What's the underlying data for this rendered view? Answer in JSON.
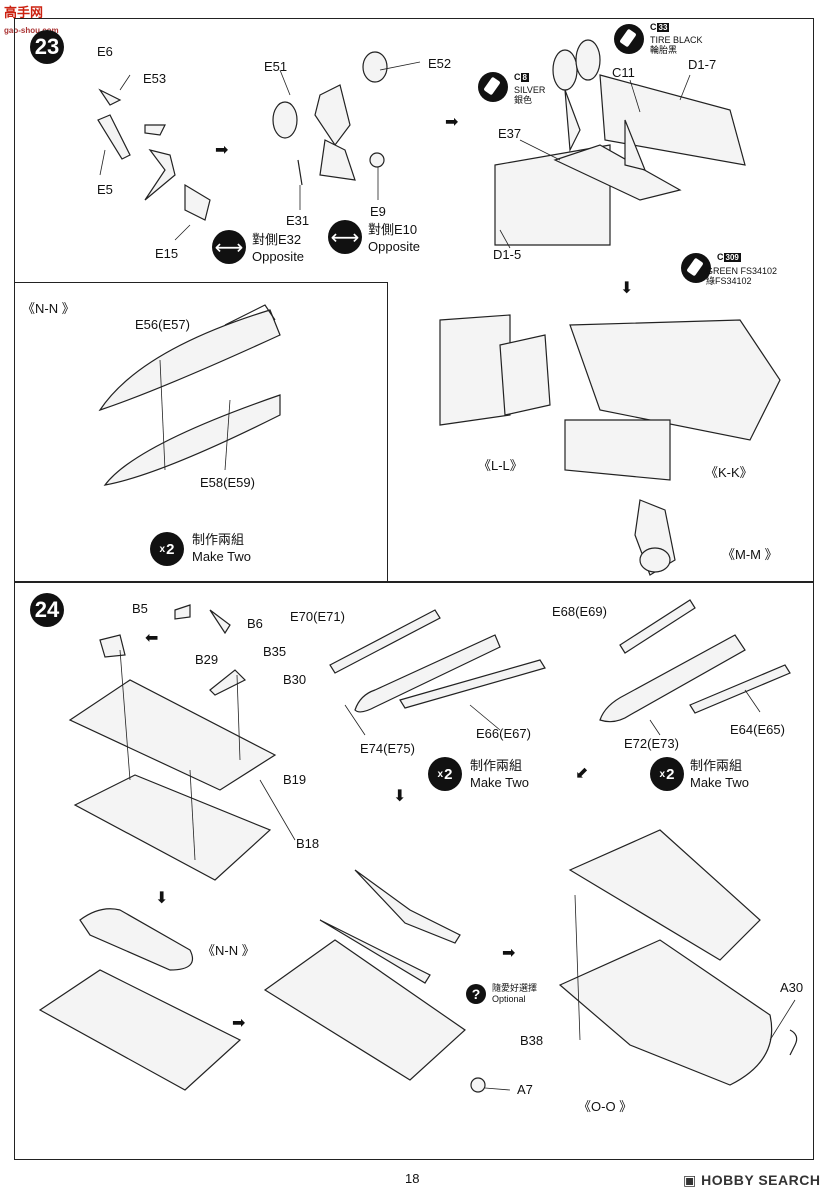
{
  "site": {
    "watermark_cn": "高手网",
    "watermark_url": "gao-shou.com"
  },
  "step23": {
    "number": "23",
    "parts": {
      "e6": "E6",
      "e53": "E53",
      "e5": "E5",
      "e15": "E15",
      "e51": "E51",
      "e52": "E52",
      "e31": "E31",
      "e9": "E9",
      "c11": "C11",
      "d1_7": "D1-7",
      "e37": "E37",
      "d1_5": "D1-5"
    },
    "opposite_left": {
      "cn": "對側E32",
      "en": "Opposite"
    },
    "opposite_right": {
      "cn": "對側E10",
      "en": "Opposite"
    },
    "paint_tire": {
      "code": "C",
      "num": "33",
      "name": "TIRE BLACK",
      "cn": "輪胎黑"
    },
    "paint_silver": {
      "code": "C",
      "num": "8",
      "name": "SILVER",
      "cn": "銀色"
    },
    "paint_green": {
      "code": "C",
      "num": "309",
      "name": "GREEN FS34102",
      "cn": "綠FS34102"
    }
  },
  "panel_nn": {
    "title": "《N-N 》",
    "part_top": "E56(E57)",
    "part_bottom": "E58(E59)",
    "make_two_mult": "2",
    "make_two_cn": "制作兩組",
    "make_two_en": "Make Two"
  },
  "subassy": {
    "ll": "《L-L》",
    "kk": "《K-K》",
    "mm": "《M-M 》"
  },
  "step24": {
    "number": "24",
    "parts": {
      "b5": "B5",
      "b6": "B6",
      "b29": "B29",
      "b35": "B35",
      "b30": "B30",
      "b19": "B19",
      "b18": "B18",
      "a7": "A7",
      "b38": "B38",
      "a30": "A30"
    },
    "nn_ref": "《N-N 》",
    "oo_ref": "《O-O 》",
    "missile_left": {
      "top": "E70(E71)",
      "right": "E66(E67)",
      "bottom": "E74(E75)"
    },
    "missile_right": {
      "top": "E68(E69)",
      "right": "E64(E65)",
      "bottom": "E72(E73)"
    },
    "make_two_left": {
      "mult": "2",
      "cn": "制作兩組",
      "en": "Make Two"
    },
    "make_two_right": {
      "mult": "2",
      "cn": "制作兩組",
      "en": "Make Two"
    },
    "optional": {
      "cn": "隨愛好選擇",
      "en": "Optional"
    }
  },
  "footer": {
    "page": "18",
    "brand": "HOBBY SEARCH"
  }
}
